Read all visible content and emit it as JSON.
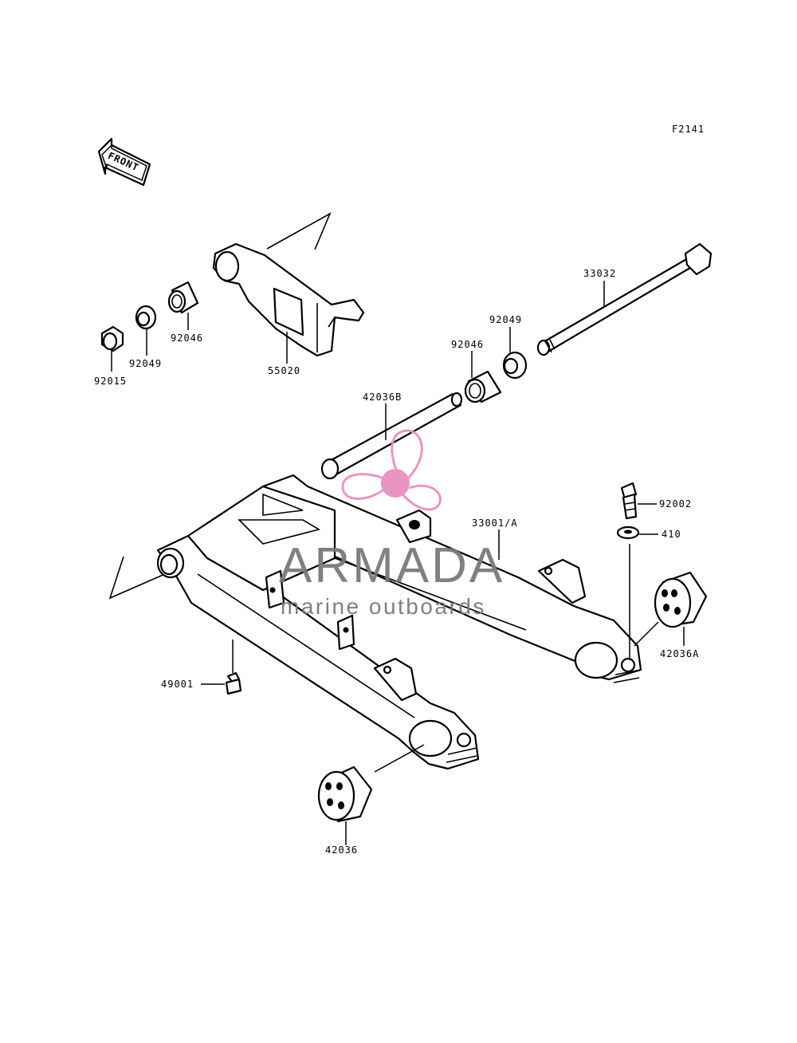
{
  "diagram": {
    "code": "F2141",
    "front_label": "FRONT",
    "callouts": [
      {
        "id": "33032",
        "label": "33032"
      },
      {
        "id": "92049-r",
        "label": "92049"
      },
      {
        "id": "92046-r",
        "label": "92046"
      },
      {
        "id": "92046-l",
        "label": "92046"
      },
      {
        "id": "92049-l",
        "label": "92049"
      },
      {
        "id": "92015",
        "label": "92015"
      },
      {
        "id": "55020",
        "label": "55020"
      },
      {
        "id": "42036B",
        "label": "42036B"
      },
      {
        "id": "33001A",
        "label": "33001/A"
      },
      {
        "id": "92002",
        "label": "92002"
      },
      {
        "id": "410",
        "label": "410"
      },
      {
        "id": "42036A",
        "label": "42036A"
      },
      {
        "id": "49001",
        "label": "49001"
      },
      {
        "id": "42036",
        "label": "42036"
      }
    ]
  },
  "watermark": {
    "brand": "ARMADA",
    "tagline": "marine outboards",
    "colors": {
      "logo": "#e98fc0",
      "text": "#7a7a7a"
    }
  }
}
